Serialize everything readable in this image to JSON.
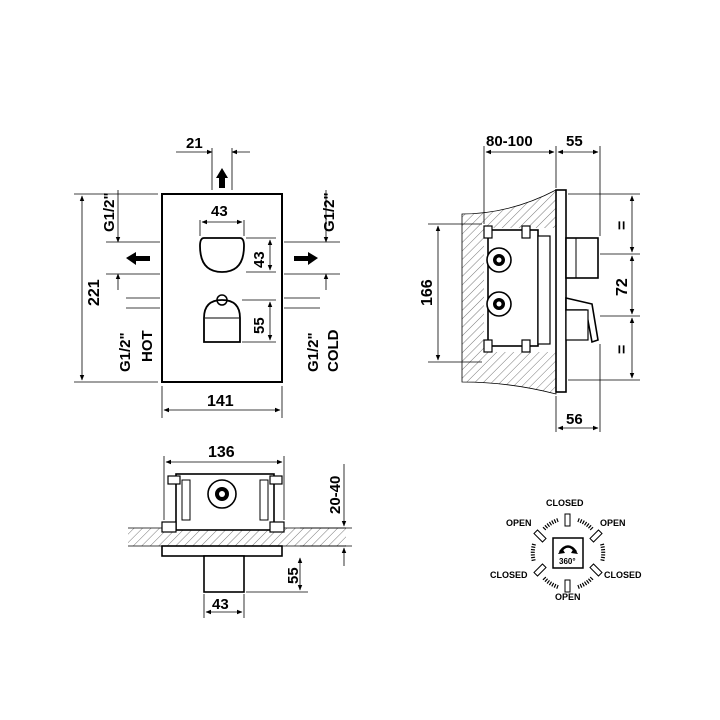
{
  "front_view": {
    "dim_outlet_offset": "21",
    "dim_width_141": "141",
    "dim_height_221": "221",
    "dim_handle_width": "43",
    "dim_handle_height": "43",
    "dim_lower_handle": "55",
    "label_g12_top_left": "G1/2\"",
    "label_g12_top_right": "G1/2\"",
    "label_g12_bottom_left": "G1/2\"",
    "label_g12_bottom_right": "G1/2\"",
    "label_hot": "HOT",
    "label_cold": "COLD"
  },
  "side_view": {
    "dim_depth_range": "80-100",
    "dim_front": "55",
    "dim_height_166": "166",
    "dim_spacing_72": "72",
    "dim_equal_top": "=",
    "dim_equal_bottom": "=",
    "dim_plate": "56"
  },
  "bottom_view": {
    "dim_width_136": "136",
    "dim_depth_range": "20-40",
    "dim_spout_depth": "55",
    "dim_spout_width": "43"
  },
  "rotation_diagram": {
    "closed_top": "CLOSED",
    "open_left": "OPEN",
    "open_right": "OPEN",
    "closed_left": "CLOSED",
    "closed_right": "CLOSED",
    "open_bottom": "OPEN",
    "angle": "360°"
  }
}
